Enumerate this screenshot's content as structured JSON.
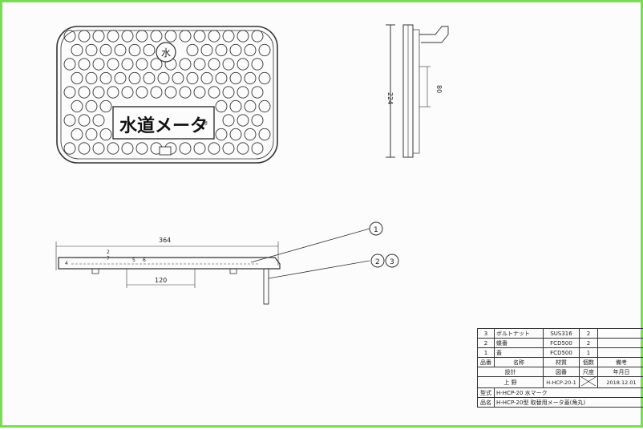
{
  "drawing": {
    "cover_emblem": "水",
    "cover_text": "水道メータ",
    "cover_subtext": "帝",
    "dim_height": "224",
    "dim_side_80": "80",
    "dim_width": "364",
    "dim_120": "120",
    "dim_4": "4",
    "dim_2": "2",
    "dim_7": "7",
    "dim_5": "5",
    "dim_6": "6",
    "callout_1": "1",
    "callout_2": "2",
    "callout_3": "3"
  },
  "title_block": {
    "parts": [
      {
        "no": "3",
        "name": "ボルトナット",
        "material": "SUS316",
        "qty": "2"
      },
      {
        "no": "2",
        "name": "蝶番",
        "material": "FCD500",
        "qty": "2"
      },
      {
        "no": "1",
        "name": "蓋",
        "material": "FCD500",
        "qty": "1"
      }
    ],
    "header": {
      "no": "品番",
      "name": "名称",
      "material": "材質",
      "qty": "個数",
      "remarks": "備考"
    },
    "row_design": {
      "label": "設計",
      "drawing_no": "図番",
      "scale": "尺度",
      "date": "年月日"
    },
    "row_values": {
      "label": "上 野",
      "drawing_no": "H-HCP-20-1",
      "date": "2018.12.01"
    },
    "model": {
      "label": "型式",
      "value": "H-HCP-20  水マーク"
    },
    "product": {
      "label": "品名",
      "value": "H-HCP-20型  取替用メータ蓋(角丸)"
    }
  }
}
